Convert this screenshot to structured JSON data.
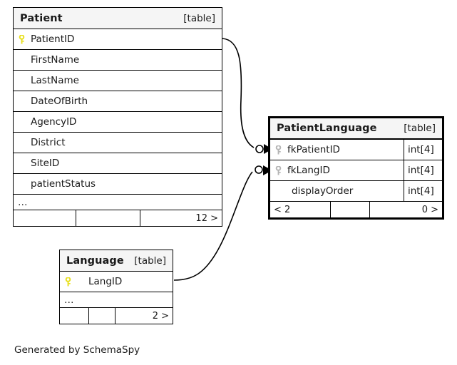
{
  "diagram": {
    "caption": "Generated by SchemaSpy",
    "table_tag": "[table]",
    "ellipsis": "…",
    "colors": {
      "primary_key": "#e8e020",
      "foreign_key": "#b5b5b5",
      "header_background": "#f5f5f5",
      "border": "#000000",
      "page_background": "#ffffff",
      "text": "#1a1a1a"
    }
  },
  "tables": {
    "patient": {
      "name": "Patient",
      "tag": "[table]",
      "focal": false,
      "columns": [
        {
          "name": "PatientID",
          "key": "primary",
          "type": ""
        },
        {
          "name": "FirstName",
          "key": "none",
          "type": ""
        },
        {
          "name": "LastName",
          "key": "none",
          "type": ""
        },
        {
          "name": "DateOfBirth",
          "key": "none",
          "type": ""
        },
        {
          "name": "AgencyID",
          "key": "none",
          "type": ""
        },
        {
          "name": "District",
          "key": "none",
          "type": ""
        },
        {
          "name": "SiteID",
          "key": "none",
          "type": ""
        },
        {
          "name": "patientStatus",
          "key": "none",
          "type": ""
        }
      ],
      "more_indicator": "…",
      "footer": [
        "",
        "",
        "12 >"
      ]
    },
    "patient_language": {
      "name": "PatientLanguage",
      "tag": "[table]",
      "focal": true,
      "columns": [
        {
          "name": "fkPatientID",
          "key": "foreign",
          "type": "int[4]"
        },
        {
          "name": "fkLangID",
          "key": "foreign",
          "type": "int[4]"
        },
        {
          "name": "displayOrder",
          "key": "none",
          "type": "int[4]"
        }
      ],
      "more_indicator": "",
      "footer": [
        "< 2",
        "",
        "0 >"
      ]
    },
    "language": {
      "name": "Language",
      "tag": "[table]",
      "focal": false,
      "columns": [
        {
          "name": "LangID",
          "key": "primary",
          "type": ""
        }
      ],
      "more_indicator": "…",
      "footer": [
        "",
        "",
        "2 >"
      ]
    }
  },
  "relationships": [
    {
      "from_table": "Patient",
      "from_column": "PatientID",
      "to_table": "PatientLanguage",
      "to_column": "fkPatientID",
      "from_cardinality": "zero-or-one",
      "to_cardinality": "many"
    },
    {
      "from_table": "Language",
      "from_column": "LangID",
      "to_table": "PatientLanguage",
      "to_column": "fkLangID",
      "from_cardinality": "zero-or-one",
      "to_cardinality": "many"
    }
  ]
}
